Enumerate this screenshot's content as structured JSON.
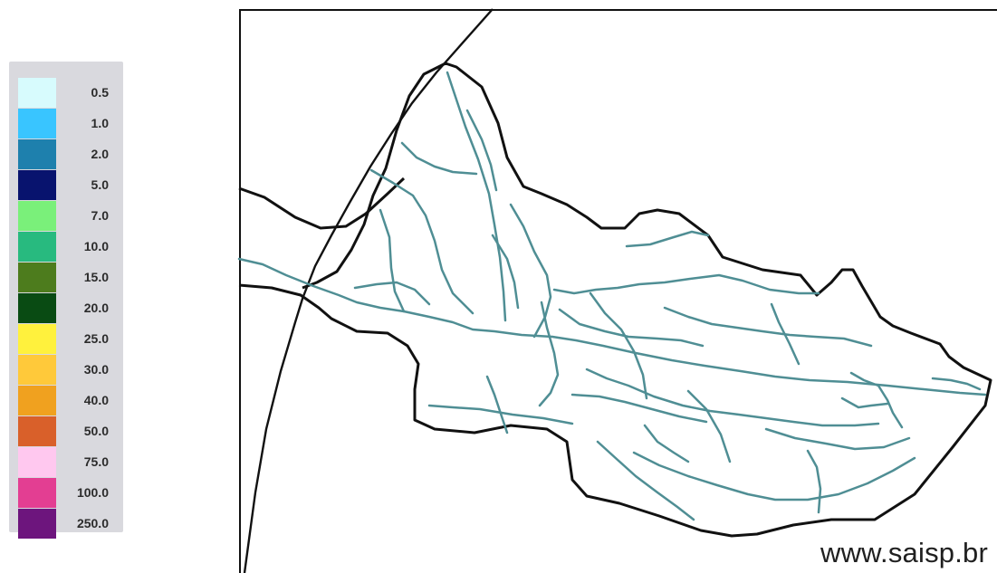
{
  "legend": {
    "items": [
      {
        "label": "0.5",
        "color": "#d7fbfd"
      },
      {
        "label": "1.0",
        "color": "#39c5ff"
      },
      {
        "label": "2.0",
        "color": "#1e80ad"
      },
      {
        "label": "5.0",
        "color": "#08136e"
      },
      {
        "label": "7.0",
        "color": "#7af07a"
      },
      {
        "label": "10.0",
        "color": "#28ba7f"
      },
      {
        "label": "15.0",
        "color": "#4d7c1d"
      },
      {
        "label": "20.0",
        "color": "#094b13"
      },
      {
        "label": "25.0",
        "color": "#fff13d"
      },
      {
        "label": "30.0",
        "color": "#ffc93a"
      },
      {
        "label": "40.0",
        "color": "#f0a11f"
      },
      {
        "label": "50.0",
        "color": "#d9602a"
      },
      {
        "label": "75.0",
        "color": "#ffc8ef"
      },
      {
        "label": "100.0",
        "color": "#e33e92"
      },
      {
        "label": "250.0",
        "color": "#6d157d"
      }
    ]
  },
  "map": {
    "watermark": "www.saisp.br",
    "outline_color": "#000000",
    "river_color": "#4f8e94"
  }
}
